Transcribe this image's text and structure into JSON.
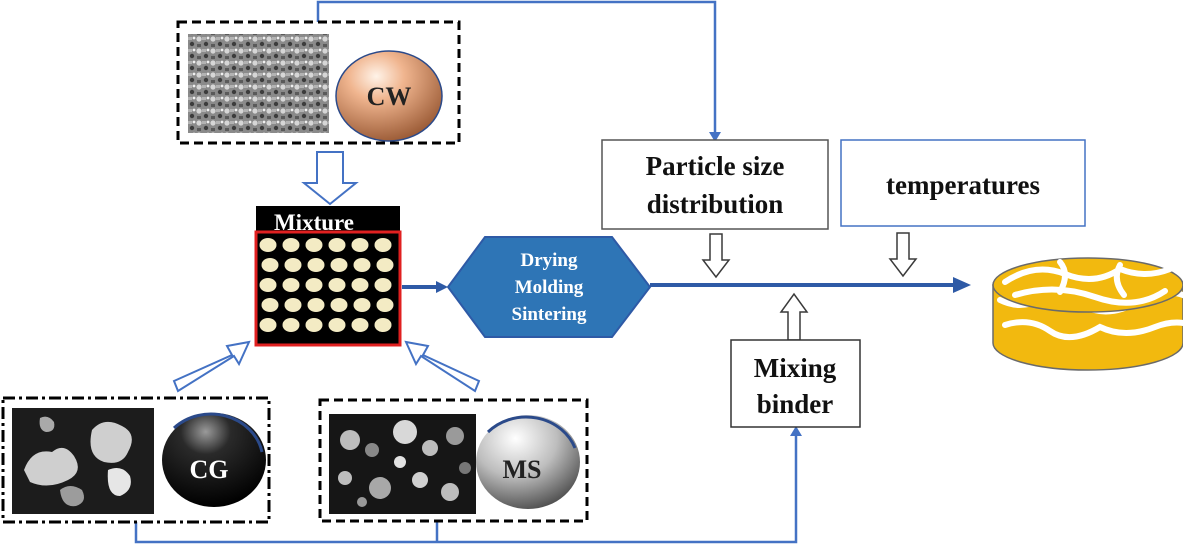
{
  "materials": {
    "cw": "CW",
    "cg": "CG",
    "ms": "MS"
  },
  "mixture": {
    "title": "Mixture"
  },
  "process": {
    "lines": [
      "Drying",
      "Molding",
      "Sintering"
    ]
  },
  "factors": {
    "particle": [
      "Particle size",
      "distribution"
    ],
    "temperatures": "temperatures",
    "binder": [
      "Mixing",
      "binder"
    ]
  },
  "colors": {
    "connector": "#4472c4",
    "process_fill": "#2e75b6",
    "mixture_border": "#e02020",
    "disc_fill": "#f2b90f",
    "cw_sphere": "#c98a62"
  }
}
